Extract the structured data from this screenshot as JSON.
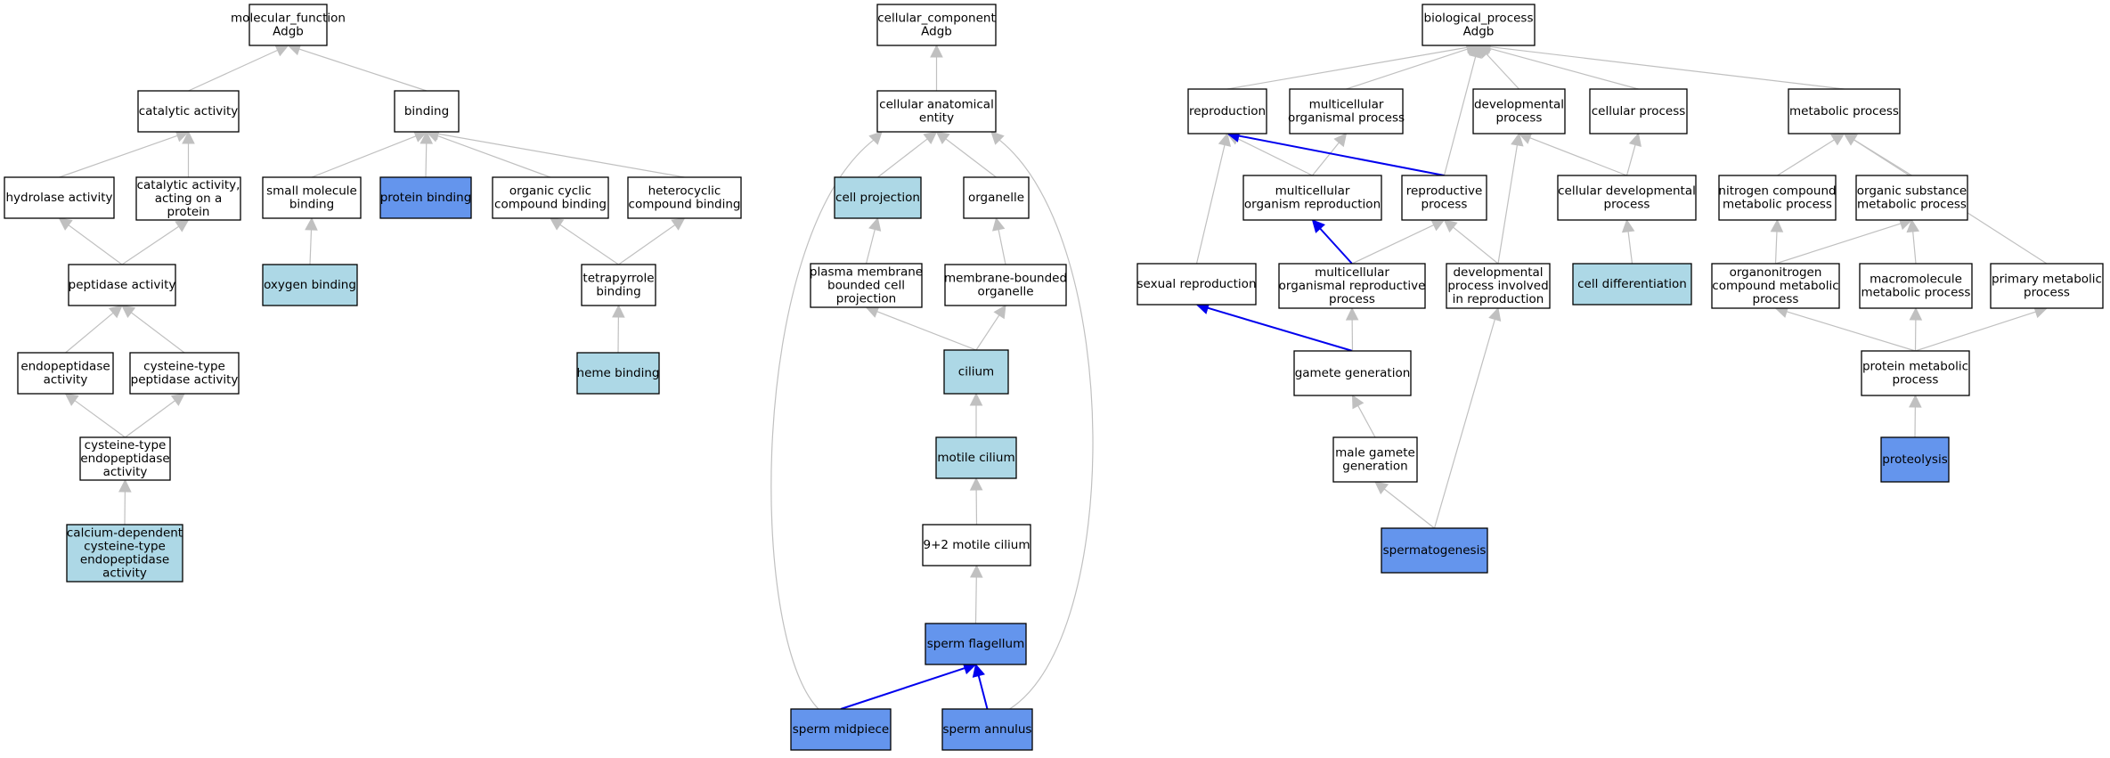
{
  "colors": {
    "plain": "#ffffff",
    "light": "#add8e6",
    "strong": "#6495ed",
    "edge_gray": "#c0c0c0",
    "edge_blue": "#0000ee",
    "border": "#000000"
  },
  "nodes": [
    {
      "id": "mf",
      "lines": [
        "molecular_function",
        "Adgb"
      ],
      "fill": "plain"
    },
    {
      "id": "cat",
      "lines": [
        "catalytic activity"
      ],
      "fill": "plain"
    },
    {
      "id": "binding",
      "lines": [
        "binding"
      ],
      "fill": "plain"
    },
    {
      "id": "hydro",
      "lines": [
        "hydrolase activity"
      ],
      "fill": "plain"
    },
    {
      "id": "catprot",
      "lines": [
        "catalytic activity,",
        "acting on a",
        "protein"
      ],
      "fill": "plain"
    },
    {
      "id": "smb",
      "lines": [
        "small molecule",
        "binding"
      ],
      "fill": "plain"
    },
    {
      "id": "protb",
      "lines": [
        "protein binding"
      ],
      "fill": "strong"
    },
    {
      "id": "occb",
      "lines": [
        "organic cyclic",
        "compound binding"
      ],
      "fill": "plain"
    },
    {
      "id": "hetb",
      "lines": [
        "heterocyclic",
        "compound binding"
      ],
      "fill": "plain"
    },
    {
      "id": "pep",
      "lines": [
        "peptidase activity"
      ],
      "fill": "plain"
    },
    {
      "id": "oxyb",
      "lines": [
        "oxygen binding"
      ],
      "fill": "light"
    },
    {
      "id": "tetb",
      "lines": [
        "tetrapyrrole",
        "binding"
      ],
      "fill": "plain"
    },
    {
      "id": "endo",
      "lines": [
        "endopeptidase",
        "activity"
      ],
      "fill": "plain"
    },
    {
      "id": "cyspep",
      "lines": [
        "cysteine-type",
        "peptidase activity"
      ],
      "fill": "plain"
    },
    {
      "id": "hemeb",
      "lines": [
        "heme binding"
      ],
      "fill": "light"
    },
    {
      "id": "cysendo",
      "lines": [
        "cysteine-type",
        "endopeptidase",
        "activity"
      ],
      "fill": "plain"
    },
    {
      "id": "calp",
      "lines": [
        "calcium-dependent",
        "cysteine-type",
        "endopeptidase",
        "activity"
      ],
      "fill": "light"
    },
    {
      "id": "cc",
      "lines": [
        "cellular_component",
        "Adgb"
      ],
      "fill": "plain"
    },
    {
      "id": "cae",
      "lines": [
        "cellular anatomical",
        "entity"
      ],
      "fill": "plain"
    },
    {
      "id": "cproj",
      "lines": [
        "cell projection"
      ],
      "fill": "light"
    },
    {
      "id": "organelle",
      "lines": [
        "organelle"
      ],
      "fill": "plain"
    },
    {
      "id": "pmbcp",
      "lines": [
        "plasma membrane",
        "bounded cell",
        "projection"
      ],
      "fill": "plain"
    },
    {
      "id": "mbo",
      "lines": [
        "membrane-bounded",
        "organelle"
      ],
      "fill": "plain"
    },
    {
      "id": "cilium",
      "lines": [
        "cilium"
      ],
      "fill": "light"
    },
    {
      "id": "motile",
      "lines": [
        "motile cilium"
      ],
      "fill": "light"
    },
    {
      "id": "nine",
      "lines": [
        "9+2 motile cilium"
      ],
      "fill": "plain"
    },
    {
      "id": "flag",
      "lines": [
        "sperm flagellum"
      ],
      "fill": "strong"
    },
    {
      "id": "midp",
      "lines": [
        "sperm midpiece"
      ],
      "fill": "strong"
    },
    {
      "id": "annulus",
      "lines": [
        "sperm annulus"
      ],
      "fill": "strong"
    },
    {
      "id": "bp",
      "lines": [
        "biological_process",
        "Adgb"
      ],
      "fill": "plain"
    },
    {
      "id": "repro",
      "lines": [
        "reproduction"
      ],
      "fill": "plain"
    },
    {
      "id": "mop",
      "lines": [
        "multicellular",
        "organismal process"
      ],
      "fill": "plain"
    },
    {
      "id": "devp",
      "lines": [
        "developmental",
        "process"
      ],
      "fill": "plain"
    },
    {
      "id": "cellp",
      "lines": [
        "cellular process"
      ],
      "fill": "plain"
    },
    {
      "id": "metp",
      "lines": [
        "metabolic process"
      ],
      "fill": "plain"
    },
    {
      "id": "mor",
      "lines": [
        "multicellular",
        "organism reproduction"
      ],
      "fill": "plain"
    },
    {
      "id": "reprop",
      "lines": [
        "reproductive",
        "process"
      ],
      "fill": "plain"
    },
    {
      "id": "cdp",
      "lines": [
        "cellular developmental",
        "process"
      ],
      "fill": "plain"
    },
    {
      "id": "ncmp",
      "lines": [
        "nitrogen compound",
        "metabolic process"
      ],
      "fill": "plain"
    },
    {
      "id": "osmp",
      "lines": [
        "organic substance",
        "metabolic process"
      ],
      "fill": "plain"
    },
    {
      "id": "sexrep",
      "lines": [
        "sexual reproduction"
      ],
      "fill": "plain"
    },
    {
      "id": "morp",
      "lines": [
        "multicellular",
        "organismal reproductive",
        "process"
      ],
      "fill": "plain"
    },
    {
      "id": "dpir",
      "lines": [
        "developmental",
        "process involved",
        "in reproduction"
      ],
      "fill": "plain"
    },
    {
      "id": "celldiff",
      "lines": [
        "cell differentiation"
      ],
      "fill": "light"
    },
    {
      "id": "oncmp",
      "lines": [
        "organonitrogen",
        "compound metabolic",
        "process"
      ],
      "fill": "plain"
    },
    {
      "id": "mmp",
      "lines": [
        "macromolecule",
        "metabolic process"
      ],
      "fill": "plain"
    },
    {
      "id": "pmp",
      "lines": [
        "primary metabolic",
        "process"
      ],
      "fill": "plain"
    },
    {
      "id": "gamgen",
      "lines": [
        "gamete generation"
      ],
      "fill": "plain"
    },
    {
      "id": "protmp",
      "lines": [
        "protein metabolic",
        "process"
      ],
      "fill": "plain"
    },
    {
      "id": "mgg",
      "lines": [
        "male gamete",
        "generation"
      ],
      "fill": "plain"
    },
    {
      "id": "proteo",
      "lines": [
        "proteolysis"
      ],
      "fill": "strong"
    },
    {
      "id": "sperm",
      "lines": [
        "spermatogenesis"
      ],
      "fill": "strong"
    }
  ],
  "edges": [
    {
      "from": "cat",
      "to": "mf",
      "color": "gray"
    },
    {
      "from": "binding",
      "to": "mf",
      "color": "gray"
    },
    {
      "from": "hydro",
      "to": "cat",
      "color": "gray"
    },
    {
      "from": "catprot",
      "to": "cat",
      "color": "gray"
    },
    {
      "from": "pep",
      "to": "hydro",
      "color": "gray"
    },
    {
      "from": "pep",
      "to": "catprot",
      "color": "gray"
    },
    {
      "from": "endo",
      "to": "pep",
      "color": "gray"
    },
    {
      "from": "cyspep",
      "to": "pep",
      "color": "gray"
    },
    {
      "from": "cysendo",
      "to": "endo",
      "color": "gray"
    },
    {
      "from": "cysendo",
      "to": "cyspep",
      "color": "gray"
    },
    {
      "from": "calp",
      "to": "cysendo",
      "color": "gray"
    },
    {
      "from": "smb",
      "to": "binding",
      "color": "gray"
    },
    {
      "from": "protb",
      "to": "binding",
      "color": "gray"
    },
    {
      "from": "occb",
      "to": "binding",
      "color": "gray"
    },
    {
      "from": "hetb",
      "to": "binding",
      "color": "gray"
    },
    {
      "from": "oxyb",
      "to": "smb",
      "color": "gray"
    },
    {
      "from": "tetb",
      "to": "occb",
      "color": "gray"
    },
    {
      "from": "tetb",
      "to": "hetb",
      "color": "gray"
    },
    {
      "from": "hemeb",
      "to": "tetb",
      "color": "gray"
    },
    {
      "from": "cae",
      "to": "cc",
      "color": "gray"
    },
    {
      "from": "cproj",
      "to": "cae",
      "color": "gray"
    },
    {
      "from": "organelle",
      "to": "cae",
      "color": "gray"
    },
    {
      "from": "pmbcp",
      "to": "cproj",
      "color": "gray"
    },
    {
      "from": "mbo",
      "to": "organelle",
      "color": "gray"
    },
    {
      "from": "cilium",
      "to": "pmbcp",
      "color": "gray"
    },
    {
      "from": "cilium",
      "to": "mbo",
      "color": "gray"
    },
    {
      "from": "motile",
      "to": "cilium",
      "color": "gray"
    },
    {
      "from": "nine",
      "to": "motile",
      "color": "gray"
    },
    {
      "from": "flag",
      "to": "nine",
      "color": "gray"
    },
    {
      "from": "midp",
      "to": "flag",
      "color": "blue"
    },
    {
      "from": "annulus",
      "to": "flag",
      "color": "blue"
    },
    {
      "from": "midp",
      "to": "cae",
      "color": "gray",
      "curve": "left"
    },
    {
      "from": "annulus",
      "to": "cae",
      "color": "gray",
      "curve": "right"
    },
    {
      "from": "repro",
      "to": "bp",
      "color": "gray"
    },
    {
      "from": "mop",
      "to": "bp",
      "color": "gray"
    },
    {
      "from": "devp",
      "to": "bp",
      "color": "gray"
    },
    {
      "from": "cellp",
      "to": "bp",
      "color": "gray"
    },
    {
      "from": "metp",
      "to": "bp",
      "color": "gray"
    },
    {
      "from": "reprop",
      "to": "bp",
      "color": "gray"
    },
    {
      "from": "mor",
      "to": "repro",
      "color": "gray"
    },
    {
      "from": "mor",
      "to": "mop",
      "color": "gray"
    },
    {
      "from": "reprop",
      "to": "repro",
      "color": "blue"
    },
    {
      "from": "sexrep",
      "to": "repro",
      "color": "gray"
    },
    {
      "from": "morp",
      "to": "mor",
      "color": "blue"
    },
    {
      "from": "morp",
      "to": "reprop",
      "color": "gray"
    },
    {
      "from": "dpir",
      "to": "reprop",
      "color": "gray"
    },
    {
      "from": "dpir",
      "to": "devp",
      "color": "gray"
    },
    {
      "from": "cdp",
      "to": "devp",
      "color": "gray"
    },
    {
      "from": "cdp",
      "to": "cellp",
      "color": "gray"
    },
    {
      "from": "celldiff",
      "to": "cdp",
      "color": "gray"
    },
    {
      "from": "gamgen",
      "to": "sexrep",
      "color": "blue"
    },
    {
      "from": "gamgen",
      "to": "morp",
      "color": "gray"
    },
    {
      "from": "mgg",
      "to": "gamgen",
      "color": "gray"
    },
    {
      "from": "sperm",
      "to": "mgg",
      "color": "gray"
    },
    {
      "from": "sperm",
      "to": "dpir",
      "color": "gray"
    },
    {
      "from": "ncmp",
      "to": "metp",
      "color": "gray"
    },
    {
      "from": "osmp",
      "to": "metp",
      "color": "gray"
    },
    {
      "from": "pmp",
      "to": "metp",
      "color": "gray"
    },
    {
      "from": "oncmp",
      "to": "ncmp",
      "color": "gray"
    },
    {
      "from": "oncmp",
      "to": "osmp",
      "color": "gray"
    },
    {
      "from": "mmp",
      "to": "osmp",
      "color": "gray"
    },
    {
      "from": "protmp",
      "to": "oncmp",
      "color": "gray"
    },
    {
      "from": "protmp",
      "to": "mmp",
      "color": "gray"
    },
    {
      "from": "protmp",
      "to": "pmp",
      "color": "gray"
    },
    {
      "from": "proteo",
      "to": "protmp",
      "color": "gray"
    }
  ]
}
